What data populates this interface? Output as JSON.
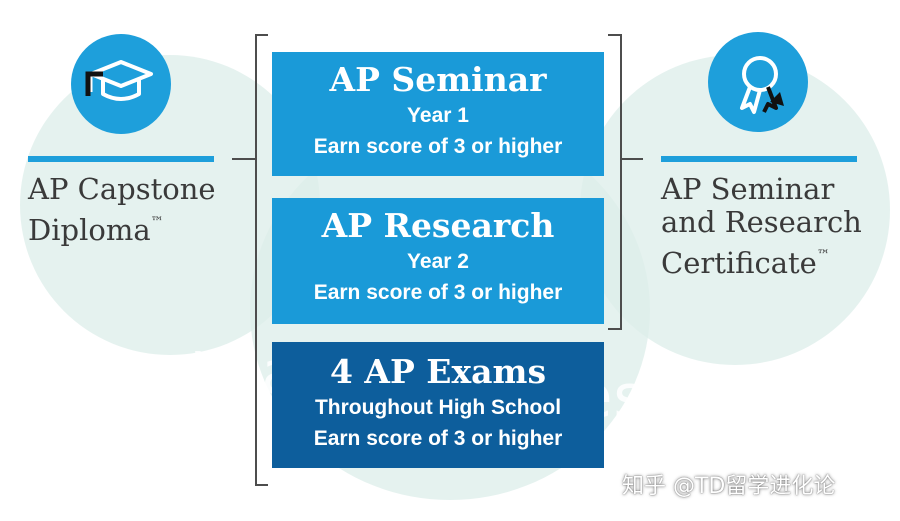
{
  "watermark": {
    "text_left": "TestDaily",
    "text_right": "TestDaily"
  },
  "left": {
    "icon": "graduation-cap-icon",
    "line1": "AP Capstone",
    "line2": "Diploma",
    "tm": "™"
  },
  "right": {
    "icon": "award-ribbon-icon",
    "line1": "AP Seminar",
    "line2": "and Research",
    "line3": "Certificate",
    "tm": "™"
  },
  "boxes": [
    {
      "title": "AP Seminar",
      "line1": "Year 1",
      "line2": "Earn score of 3 or higher"
    },
    {
      "title": "AP Research",
      "line1": "Year 2",
      "line2": "Earn score of 3 or higher"
    },
    {
      "title": "4 AP Exams",
      "line1": "Throughout High School",
      "line2": "Earn score of 3 or higher"
    }
  ],
  "credit": "知乎 @TD留学进化论",
  "colors": {
    "light_blue": "#1a9ad8",
    "dark_blue": "#0d5e9c",
    "icon_blue": "#1e9fdb",
    "text_gray": "#3a3a3a"
  }
}
